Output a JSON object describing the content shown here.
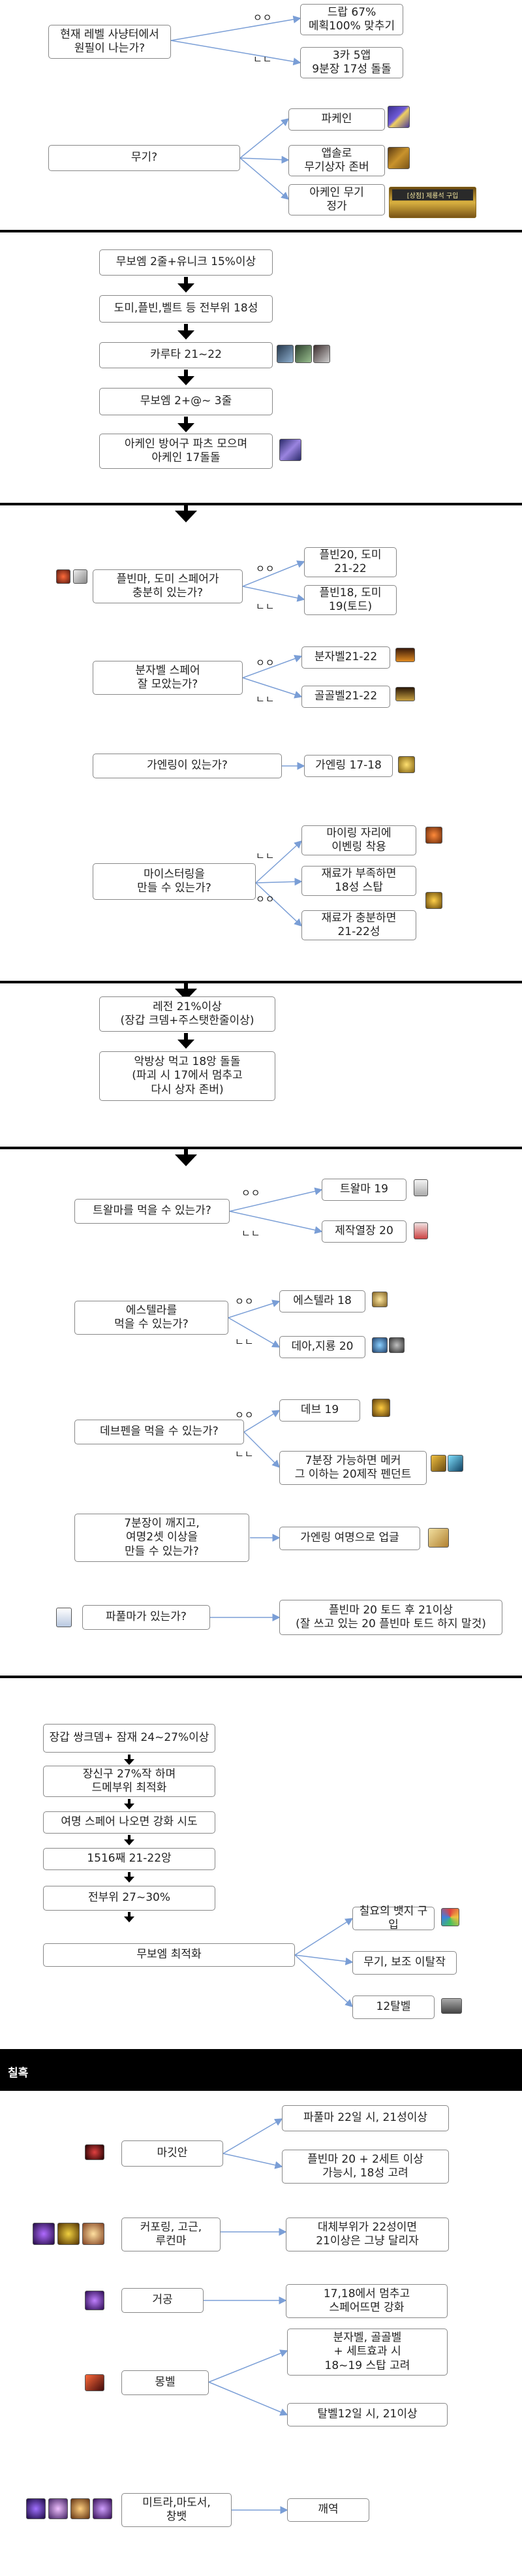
{
  "sections": {
    "s1": {
      "q1": "현재 레벨 사냥터에서\n원필이 나는가?",
      "yes": "ㅇㅇ",
      "no": "ㄴㄴ",
      "a1": "드랍 67%\n메획100% 맞추기",
      "a2": "3카 5앱\n9분장 17성 돌돌",
      "q2": "무기?",
      "w1": "파케인",
      "w2": "앱솔로\n무기상자 존버",
      "w3": "아케인 무기\n정가",
      "w3_badge": "[상점] 제룡석 구입"
    },
    "s2": {
      "steps": [
        "무보엠 2줄+유니크 15%이상",
        "도미,플빈,벨트 등 전부위 18성",
        "카루타 21~22",
        "무보엠 2+@~ 3줄",
        "아케인 방어구 파츠 모으며\n아케인 17돌돌"
      ]
    },
    "s3": {
      "q1": "플빈마, 도미 스페어가\n충분히 있는가?",
      "a1a": "플빈20, 도미\n21-22",
      "a1b": "플빈18, 도미\n19(토드)",
      "q2": "분자벨 스페어\n잘 모았는가?",
      "a2a": "분자벨21-22",
      "a2b": "골골벨21-22",
      "q3": "가엔링이 있는가?",
      "a3": "가엔링 17-18",
      "q4": "마이스터링을\n만들 수 있는가?",
      "a4a": "마이링 자리에\n이벤링 착용",
      "a4b": "재료가 부족하면\n18성 스탑",
      "a4c": "재료가 충분하면\n21-22성",
      "yes": "ㅇㅇ",
      "no": "ㄴㄴ"
    },
    "s4": {
      "steps": [
        "레전 21%이상\n(장갑 크뎀+주스탯한줄이상)",
        "악방상 먹고 18앙 돌돌\n(파괴 시 17에서 멈추고\n다시 상자 존버)"
      ]
    },
    "s5": {
      "q1": "트왈마를 먹을 수 있는가?",
      "a1a": "트왈마 19",
      "a1b": "제작열장 20",
      "q2": "에스텔라를\n먹을 수 있는가?",
      "a2a": "에스텔라 18",
      "a2b": "데아,지룡 20",
      "q3": "데브펜을 먹을 수 있는가?",
      "a3a": "데브 19",
      "a3b": "7분장 가능하면 메커\n그 이하는 20제작 펜던트",
      "q4": "7분장이 깨지고,\n여명2셋 이상을\n만들 수 있는가?",
      "a4": "가엔링 여명으로 업글",
      "q5": "파풀마가 있는가?",
      "a5": "플빈마 20 토드 후 21이상\n(잘 쓰고 있는 20 플빈마 토드 하지 말것)",
      "yes": "ㅇㅇ",
      "no": "ㄴㄴ"
    },
    "s6": {
      "steps": [
        "장갑 쌍크뎀+ 잠재 24~27%이상",
        "장신구 27%작 하며\n드메부위 최적화",
        "여명 스페어 나오면 강화 시도",
        "1516째 21-22앙",
        "전부위 27~30%",
        "무보엠 최적화"
      ],
      "b1": "칠요의 뱃지 구입",
      "b2": "무기, 보조 이탈작",
      "b3": "12탈벨"
    },
    "s7": {
      "header": "칠흑",
      "r1": "마깃안",
      "r1a": "파풀마 22일 시, 21성이상",
      "r1b": "플빈마 20 + 2세트 이상\n가능시, 18성 고려",
      "r2": "커포링, 고근,\n루컨마",
      "r2a": "대체부위가 22성이면\n21이상은 그냥 달리자",
      "r3": "거공",
      "r3a": "17,18에서 멈추고\n스페어뜨면 강화",
      "r4": "몽벨",
      "r4a": "분자벨, 골골벨\n+ 세트효과 시\n18~19 스탑 고려",
      "r4b": "탈벨12일 시, 21이상",
      "r5": "미트라,마도서,\n창뱃",
      "r5a": "깨역"
    }
  },
  "colors": {
    "box_border": "#888888",
    "connector": "#7a9ed6",
    "arrow": "#000000",
    "divider": "#000000"
  }
}
